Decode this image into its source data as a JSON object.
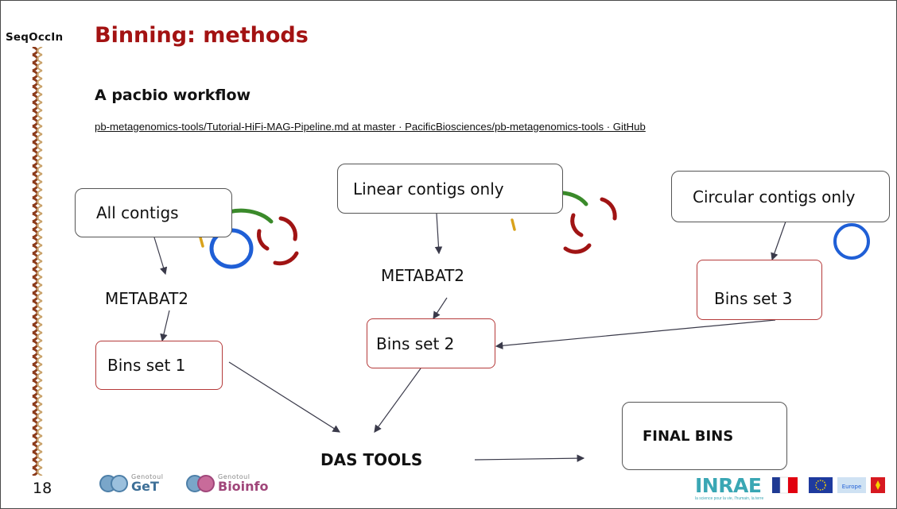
{
  "header": {
    "logo_text": "SeqOccIn",
    "title": "Binning: methods"
  },
  "section": {
    "subtitle": "A pacbio workflow",
    "link_text": "pb-metagenomics-tools/Tutorial-HiFi-MAG-Pipeline.md at master · PacificBiosciences/pb-metagenomics-tools · GitHub"
  },
  "diagram": {
    "input_all": "All contigs",
    "input_linear": "Linear contigs only",
    "input_circular": "Circular contigs only",
    "tool_metabat_1": "METABAT2",
    "tool_metabat_2": "METABAT2",
    "bins_1": "Bins set 1",
    "bins_2": "Bins set 2",
    "bins_3": "Bins set 3",
    "das_tools": "DAS TOOLS",
    "final_bins": "FINAL BINS"
  },
  "colors": {
    "title": "#a31212",
    "arc_green": "#3a8a2a",
    "arc_red": "#a01414",
    "arc_yellow": "#d9a21b",
    "arc_blue": "#1f5fd6",
    "bins_border": "#b53a3a"
  },
  "footer": {
    "page_number": "18",
    "partner1_small": "Genotoul",
    "partner1_big": "GeT",
    "partner2_small": "Genotoul",
    "partner2_big": "Bioinfo",
    "inrae_logo": "INRAE",
    "inrae_tagline": "la science pour la vie, l'humain, la terre"
  }
}
